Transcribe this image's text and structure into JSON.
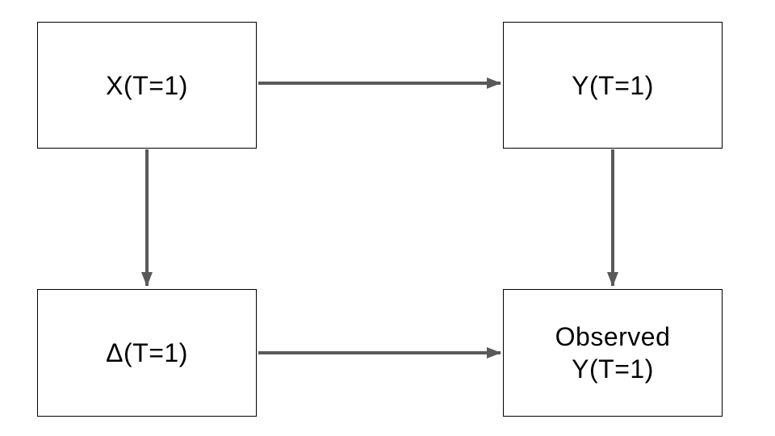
{
  "diagram": {
    "background_color": "#ffffff",
    "box_border_color": "#000000",
    "box_fill_color": "#ffffff",
    "text_color": "#000000",
    "arrow_color": "#595959",
    "nodes": [
      {
        "id": "x-t1",
        "label": "X(T=1)"
      },
      {
        "id": "y-t1",
        "label": "Y(T=1)"
      },
      {
        "id": "delta-t1",
        "label": "Δ(T=1)"
      },
      {
        "id": "observed-y-t1",
        "lines": [
          "Observed",
          "Y(T=1)"
        ]
      }
    ],
    "edges": [
      {
        "from": "x-t1",
        "to": "y-t1",
        "direction": "right"
      },
      {
        "from": "x-t1",
        "to": "delta-t1",
        "direction": "down"
      },
      {
        "from": "y-t1",
        "to": "observed-y-t1",
        "direction": "down"
      },
      {
        "from": "delta-t1",
        "to": "observed-y-t1",
        "direction": "right"
      }
    ]
  }
}
